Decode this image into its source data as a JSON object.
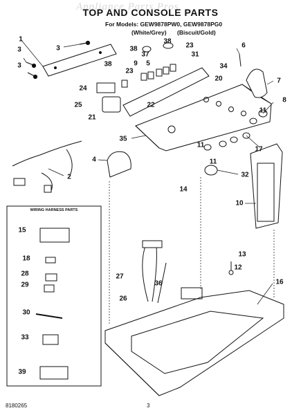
{
  "watermark": "Appliance Parts Pros",
  "title": "TOP AND CONSOLE PARTS",
  "models_line": "For Models: GEW9878PW0, GEW9878PG0",
  "variants": [
    "(White/Grey)",
    "(Biscuit/Gold)"
  ],
  "wiring_box_title": "WIRING HARNESS PARTS",
  "part_numbers": [
    "1",
    "2",
    "3",
    "3",
    "3",
    "4",
    "5",
    "6",
    "7",
    "8",
    "9",
    "10",
    "11",
    "11",
    "11",
    "12",
    "13",
    "14",
    "15",
    "16",
    "17",
    "18",
    "20",
    "21",
    "22",
    "23",
    "23",
    "24",
    "25",
    "26",
    "27",
    "28",
    "29",
    "30",
    "31",
    "32",
    "33",
    "34",
    "35",
    "36",
    "37",
    "38",
    "38",
    "38",
    "39"
  ],
  "footer": {
    "doc_number": "8180265",
    "page_number": "3"
  }
}
